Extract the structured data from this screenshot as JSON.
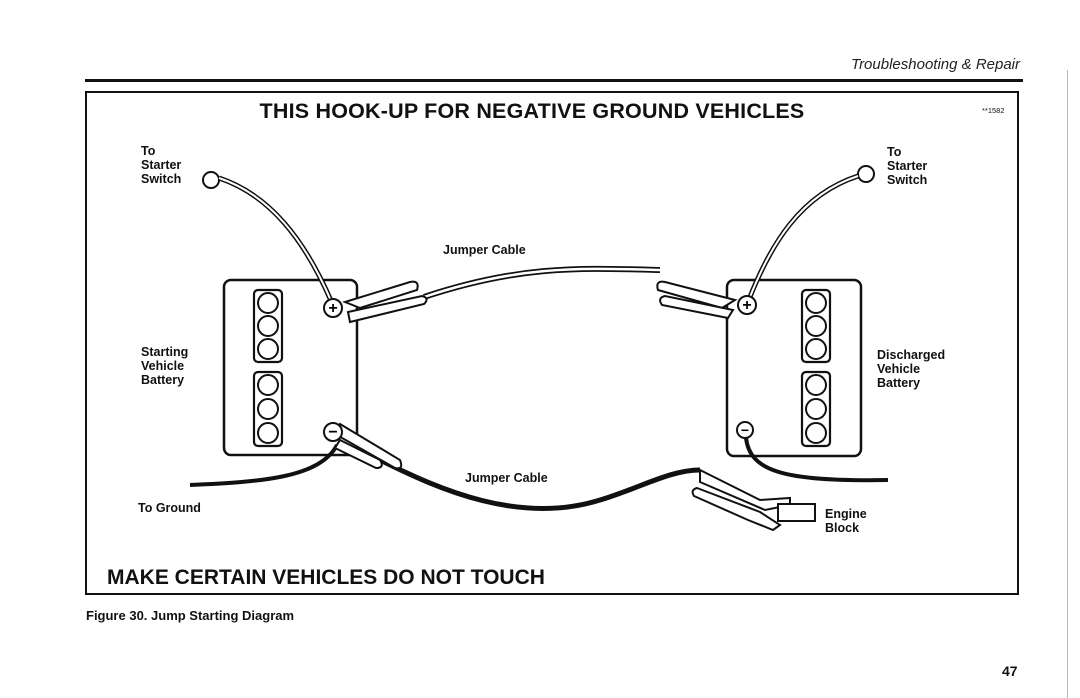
{
  "header": {
    "section_title": "Troubleshooting & Repair"
  },
  "figure": {
    "title": "THIS HOOK-UP FOR NEGATIVE GROUND VEHICLES",
    "code": "**1582",
    "labels": {
      "left_starter": [
        "To",
        "Starter",
        "Switch"
      ],
      "right_starter": [
        "To",
        "Starter",
        "Switch"
      ],
      "top_cable": "Jumper Cable",
      "bottom_cable": "Jumper Cable",
      "left_battery": [
        "Starting",
        "Vehicle",
        "Battery"
      ],
      "right_battery": [
        "Discharged",
        "Vehicle",
        "Battery"
      ],
      "ground": "To Ground",
      "engine_block": [
        "Engine",
        "Block"
      ]
    },
    "terminal_symbols": {
      "positive": "+",
      "negative": "−"
    },
    "warning": "MAKE CERTAIN VEHICLES DO NOT TOUCH",
    "caption": "Figure 30. Jump Starting Diagram"
  },
  "footer": {
    "page_number": "47"
  }
}
